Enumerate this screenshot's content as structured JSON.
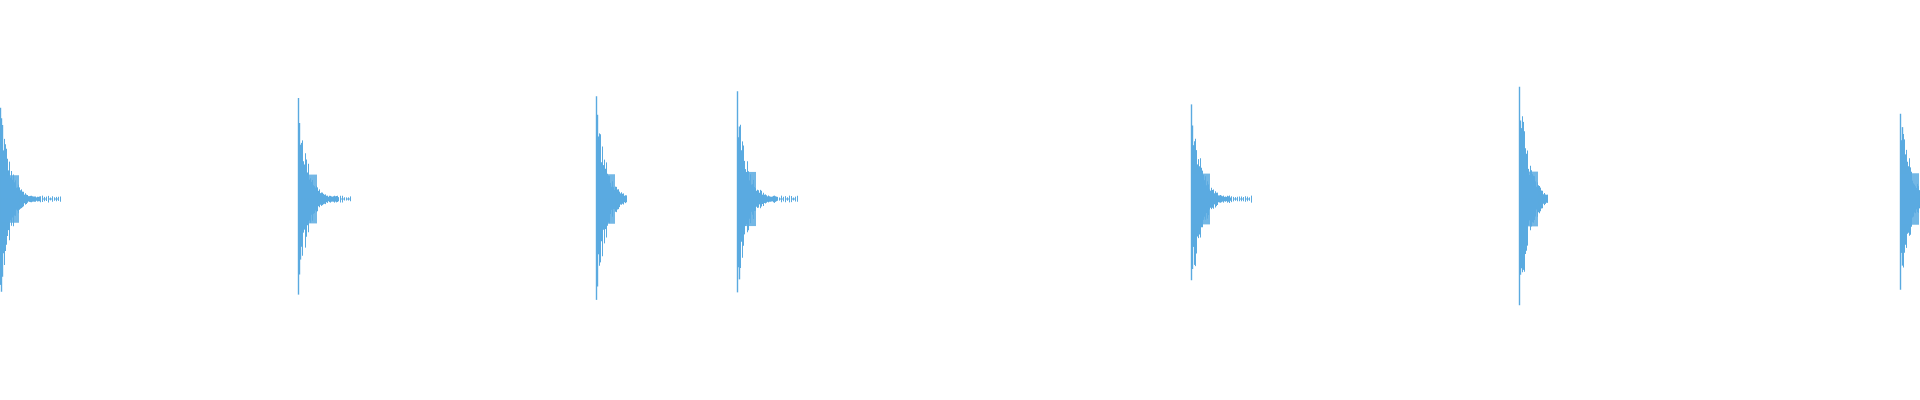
{
  "waveform": {
    "color": "#5aaae0",
    "background": "#ffffff",
    "transients": [
      {
        "peak": 0.72
      },
      {
        "peak": 0.74
      },
      {
        "peak": 0.75
      },
      {
        "peak": 0.82
      },
      {
        "peak": 0.77
      },
      {
        "peak": 0.83
      },
      {
        "peak": 0.78
      }
    ]
  }
}
